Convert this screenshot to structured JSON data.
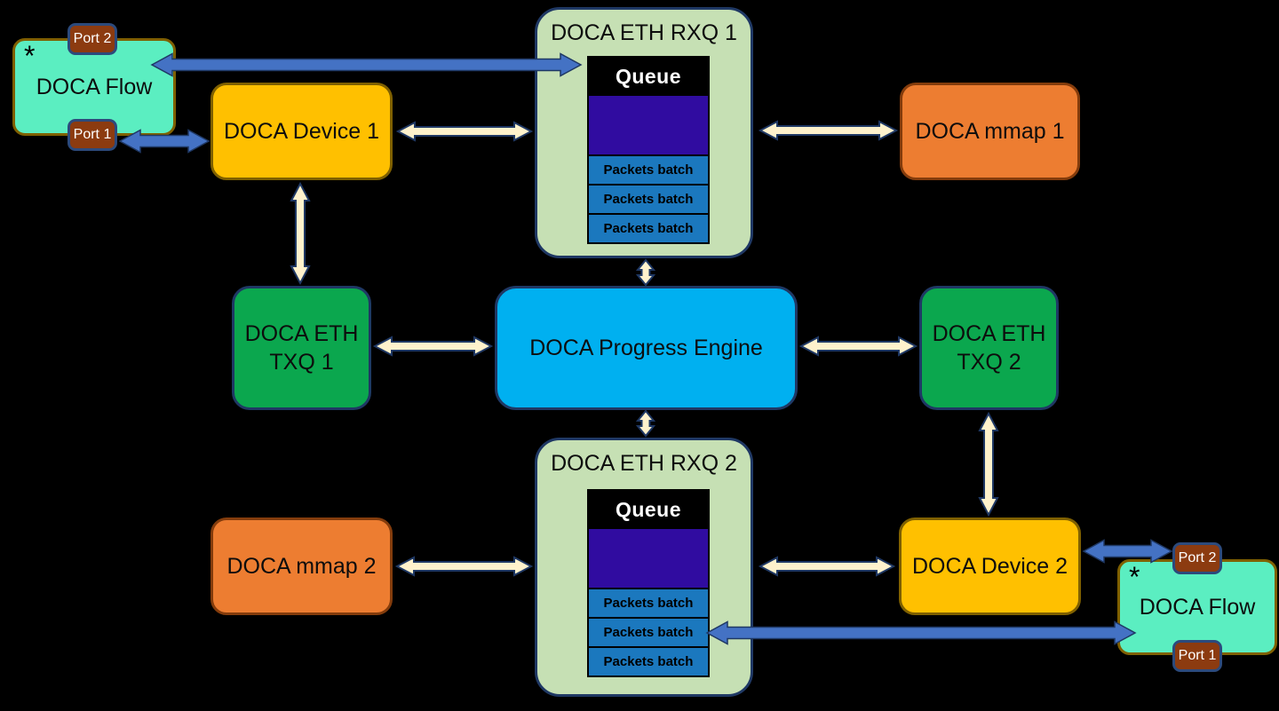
{
  "diagram": {
    "nodes": {
      "flow1": {
        "label": "DOCA Flow",
        "asterisk": "*",
        "port_top": "Port 2",
        "port_bottom": "Port 1"
      },
      "device1": {
        "label": "DOCA Device 1"
      },
      "rxq1": {
        "title": "DOCA ETH RXQ 1",
        "queue_label": "Queue",
        "batches": [
          "Packets batch",
          "Packets batch",
          "Packets batch"
        ]
      },
      "mmap1": {
        "label": "DOCA mmap 1"
      },
      "txq1": {
        "label": "DOCA ETH TXQ 1"
      },
      "engine": {
        "label": "DOCA Progress Engine"
      },
      "txq2": {
        "label": "DOCA ETH TXQ 2"
      },
      "rxq2": {
        "title": "DOCA ETH RXQ 2",
        "queue_label": "Queue",
        "batches": [
          "Packets batch",
          "Packets batch",
          "Packets batch"
        ]
      },
      "mmap2": {
        "label": "DOCA mmap 2"
      },
      "device2": {
        "label": "DOCA Device 2"
      },
      "flow2": {
        "label": "DOCA Flow",
        "asterisk": "*",
        "port_top": "Port 2",
        "port_bottom": "Port 1"
      }
    },
    "colors": {
      "background": "#000000",
      "mint": "#5BEEC1",
      "gold_border": "#7F6000",
      "yellow": "#FFC000",
      "orange": "#ED7D31",
      "orange_border": "#843C0C",
      "light_green": "#C6E0B4",
      "green": "#0BA74E",
      "cyan": "#00B0F0",
      "navy_border": "#1F3864",
      "indigo": "#300CA0",
      "queue_blue": "#1B78BE",
      "port_brown": "#8C3B10",
      "port_border": "#2C4A7C",
      "cream_arrow": "#FFF2CC",
      "blue_arrow": "#4472C4"
    }
  }
}
